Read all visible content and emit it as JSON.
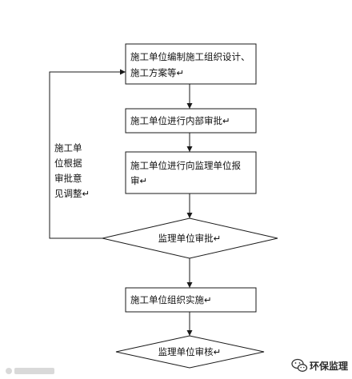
{
  "flowchart": {
    "step_compile": {
      "line1": "施工单位编制施工组织设计、",
      "line2": "施工方案等↵"
    },
    "step_internal_review": {
      "line1": "施工单位进行内部审批↵"
    },
    "step_submit": {
      "line1": "施工单位进行向监理单位报",
      "line2": "审↵"
    },
    "decision_approval": {
      "label": "监理单位审批↵"
    },
    "step_implement": {
      "line1": "施工单位组织实施↵"
    },
    "decision_audit": {
      "label": "监理单位审核↵"
    },
    "feedback_label": {
      "line1": "施工单",
      "line2": "位根据",
      "line3": "审批意",
      "line4": "见调整↵"
    }
  },
  "branding": {
    "account_name": "环保监理",
    "icon": "wechat-icon"
  },
  "colors": {
    "stroke": "#1a1a1a",
    "text": "#111111",
    "background": "#ffffff"
  }
}
